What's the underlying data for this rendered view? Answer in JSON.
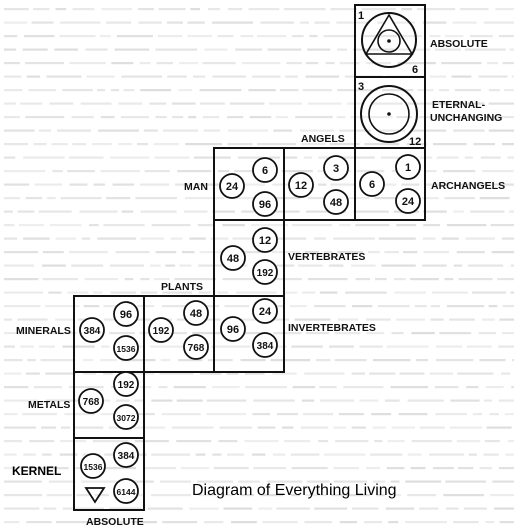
{
  "caption": "Diagram of Everything Living",
  "kernel_label": "KERNEL",
  "labels": {
    "absolute_top": "ABSOLUTE",
    "eternal_1": "ETERNAL-",
    "eternal_2": "UNCHANGING",
    "angels": "ANGELS",
    "archangels": "ARCHANGELS",
    "man": "MAN",
    "vertebrates": "VERTEBRATES",
    "plants": "PLANTS",
    "invertebrates": "INVERTEBRATES",
    "minerals": "MINERALS",
    "metals": "METALS",
    "absolute_bottom": "ABSOLUTE"
  },
  "corners": {
    "absolute_tl": "1",
    "absolute_br": "6",
    "eternal_tl": "3",
    "eternal_br": "12"
  },
  "cells": {
    "archangels": {
      "center": "6",
      "top": "1",
      "bottom": "24"
    },
    "angels": {
      "center": "12",
      "top": "3",
      "bottom": "48"
    },
    "man": {
      "center": "24",
      "top": "6",
      "bottom": "96"
    },
    "vertebrates": {
      "center": "48",
      "top": "12",
      "bottom": "192"
    },
    "invertebrates": {
      "center": "96",
      "top": "24",
      "bottom": "384"
    },
    "plants": {
      "center": "192",
      "top": "48",
      "bottom": "768"
    },
    "minerals": {
      "center": "384",
      "top": "96",
      "bottom": "1536"
    },
    "metals": {
      "center": "768",
      "top": "192",
      "bottom": "3072"
    },
    "kernel": {
      "center": "1536",
      "top": "384",
      "bottom": "6144"
    }
  },
  "colors": {
    "ink": "#111111",
    "paper": "#ffffff",
    "bg_text": "#cfcfcf"
  }
}
